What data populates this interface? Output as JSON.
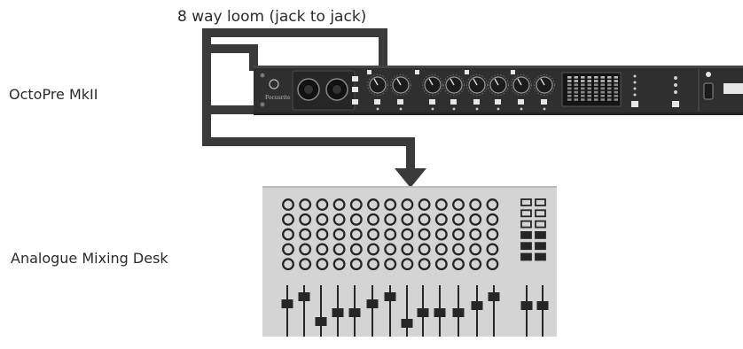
{
  "labels": {
    "loom": "8 way loom (jack to jack)",
    "octopre": "OctoPre MkII",
    "desk": "Analogue Mixing Desk"
  },
  "device": {
    "brand_logo": "Focusrite"
  },
  "desk": {
    "knob_rows": 5,
    "knob_columns": 13,
    "fader_channels": 15
  },
  "colors": {
    "cable": "#3a3a3a",
    "rack_panel": "#2f2f2f",
    "desk_body": "#d4d4d4",
    "desk_ink": "#262626"
  }
}
